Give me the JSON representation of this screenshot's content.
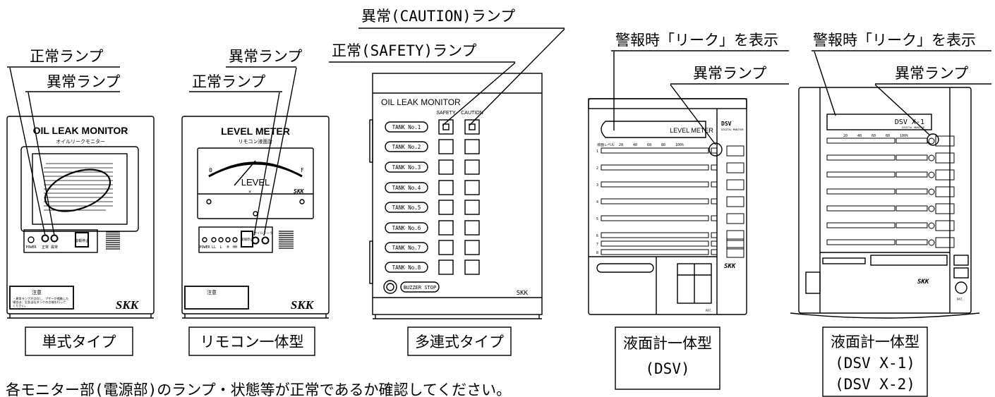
{
  "callouts": {
    "p1_normal": "正常ランプ",
    "p1_abnormal": "異常ランプ",
    "p2_abnormal": "異常ランプ",
    "p2_normal": "正常ランプ",
    "p3_caution": "異常(CAUTION)ランプ",
    "p3_safety": "正常(SAFETY)ランプ",
    "p4_leak": "警報時「リーク」を表示",
    "p4_abnormal": "異常ランプ",
    "p5_leak": "警報時「リーク」を表示",
    "p5_abnormal": "異常ランプ"
  },
  "labels": {
    "p1": "単式タイプ",
    "p2": "リモコン一体型",
    "p3": "多連式タイプ",
    "p4_line1": "液面計一体型",
    "p4_line2": "(DSV)",
    "p5_line1": "液面計一体型",
    "p5_line2": "(DSV X-1)",
    "p5_line3": "(DSV X-2)"
  },
  "panel1": {
    "title": "OIL LEAK MONITOR",
    "subtitle": "オイルリークモニター",
    "power": "POWER",
    "lamp1": "正常",
    "lamp2": "異常",
    "btn": "警報停止",
    "warning_title": "注意",
    "warning_text1": "・異常ランプが点灯し、ブザーが鳴動した",
    "warning_text2": "場合は、至急当社タンクの点検を行って",
    "warning_text3": "ください。",
    "brand": "SKK"
  },
  "panel2": {
    "title": "LEVEL METER",
    "subtitle": "リモコン液面計",
    "gauge_label": "LEVEL",
    "gauge_empty": "0",
    "gauge_full": "F",
    "gauge_unit": "×",
    "brand_small": "SKK",
    "power": "POWER",
    "levels": [
      "LL",
      "L",
      "H",
      "HH"
    ],
    "lamp_tag": "オイルリーク",
    "btn": "警報停止",
    "warning_title": "注意",
    "brand": "SKK"
  },
  "panel3": {
    "title": "OIL LEAK MONITOR",
    "col1": "SAFETY",
    "col2": "CAUTION",
    "tanks": [
      "TANK No.1",
      "TANK No.2",
      "TANK No.3",
      "TANK No.4",
      "TANK No.5",
      "TANK No.6",
      "TANK No.7",
      "TANK No.8"
    ],
    "buzzer": "BUZZER STOP",
    "footer": "SKK"
  },
  "panel4": {
    "meter": "LEVEL METER",
    "dsv": "DSV",
    "dsv_sub": "DIGITAL MONITOR",
    "scale_head": "液面レベル",
    "scale": [
      "20",
      "40",
      "60",
      "80",
      "100%"
    ],
    "rows": [
      "1",
      "2",
      "3",
      "4",
      "5",
      "6",
      "7",
      "8"
    ],
    "brand": "SKK",
    "pat": "PAT."
  },
  "panel5": {
    "display": "DSV X-1",
    "display_sub": "DIGITAL MONITOR",
    "scale": [
      "20",
      "40",
      "60",
      "80",
      "100%"
    ],
    "brand": "SKK",
    "pat": "PAT."
  },
  "footer_note": "各モニター部(電源部)のランプ・状態等が正常であるか確認してください。"
}
